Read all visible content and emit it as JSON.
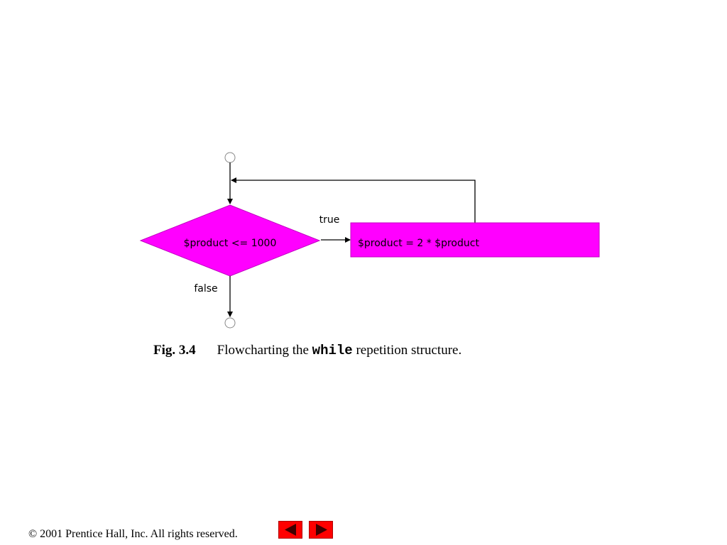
{
  "diagram": {
    "decision_text": "$product <= 1000",
    "action_text": "$product = 2 * $product",
    "true_label": "true",
    "false_label": "false",
    "fill_color": "#ff00ff"
  },
  "caption": {
    "fig": "Fig. 3.4",
    "desc_before": "Flowcharting the ",
    "keyword": "while",
    "desc_after": " repetition structure."
  },
  "footer": {
    "copyright": "© 2001 Prentice Hall, Inc.  All rights reserved."
  },
  "nav": {
    "prev_icon": "left-triangle-icon",
    "next_icon": "right-triangle-icon",
    "button_color": "#ff0000"
  }
}
